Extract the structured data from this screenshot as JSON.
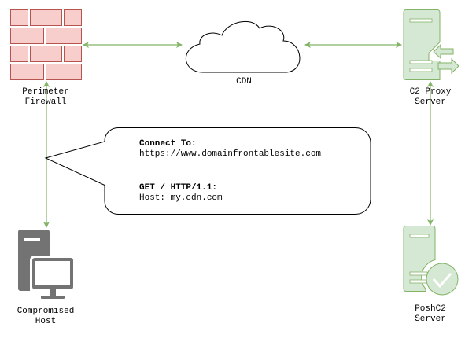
{
  "nodes": {
    "firewall": {
      "label_line1": "Perimeter",
      "label_line2": "Firewall",
      "icon": "brick-wall-icon",
      "color": "#f8cecc",
      "stroke": "#b85450"
    },
    "cdn": {
      "label": "CDN",
      "icon": "cloud-icon"
    },
    "c2_proxy": {
      "label_line1": "C2 Proxy",
      "label_line2": "Server",
      "icon": "proxy-server-icon",
      "color": "#d5e8d4",
      "stroke": "#82b366"
    },
    "compromised_host": {
      "label_line1": "Compromised",
      "label_line2": "Host",
      "icon": "workstation-icon",
      "color": "#737373"
    },
    "poshc2": {
      "label_line1": "PoshC2",
      "label_line2": "Server",
      "icon": "verified-server-icon",
      "color": "#d5e8d4",
      "stroke": "#82b366"
    }
  },
  "callout": {
    "heading1": "Connect To:",
    "line1": "https://www.domainfrontablesite.com",
    "heading2": "GET / HTTP/1.1:",
    "line2": "Host: my.cdn.com"
  },
  "edge_color": "#82b366"
}
